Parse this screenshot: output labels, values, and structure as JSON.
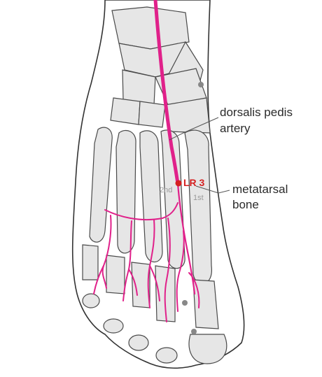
{
  "labels": {
    "artery_line1": "dorsalis pedis",
    "artery_line2": "artery",
    "bone_line1": "metatarsal",
    "bone_line2": "bone",
    "point": "LR 3",
    "second": "2nd",
    "first": "1st"
  },
  "colors": {
    "artery": "#e0218a",
    "point": "#d42020",
    "bone": "#e6e6e6",
    "outline": "#333333",
    "text": "#2b2b2b",
    "bone_number": "#9a9a9a"
  }
}
